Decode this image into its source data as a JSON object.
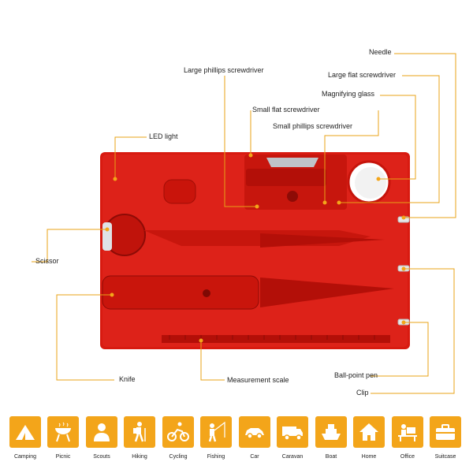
{
  "labels": {
    "needle": "Needle",
    "large_flat_screwdriver": "Large flat screwdriver",
    "magnifying_glass": "Magnifying glass",
    "large_phillips_screwdriver": "Large phillips screwdriver",
    "small_flat_screwdriver": "Small flat screwdriver",
    "small_phillips_screwdriver": "Small phillips screwdriver",
    "led_light": "LED light",
    "scissor": "Scissor",
    "knife": "Knife",
    "measurement_scale": "Measurement scale",
    "ball_point_pen": "Ball-point pen",
    "clip": "Clip"
  },
  "colors": {
    "card": "#d81a10",
    "card_dark": "#b30f08",
    "leader": "#e8a317",
    "tile": "#f3a51a"
  },
  "activities": [
    {
      "label": "Camping",
      "icon": "tent-icon"
    },
    {
      "label": "Picnic",
      "icon": "grill-icon"
    },
    {
      "label": "Scouts",
      "icon": "scout-person-icon"
    },
    {
      "label": "Hiking",
      "icon": "hiker-icon"
    },
    {
      "label": "Cycling",
      "icon": "cyclist-icon"
    },
    {
      "label": "Fishing",
      "icon": "fisher-icon"
    },
    {
      "label": "Car",
      "icon": "car-icon"
    },
    {
      "label": "Caravan",
      "icon": "truck-icon"
    },
    {
      "label": "Boat",
      "icon": "boat-icon"
    },
    {
      "label": "Home",
      "icon": "house-icon"
    },
    {
      "label": "Office",
      "icon": "desk-icon"
    },
    {
      "label": "Suitcase",
      "icon": "suitcase-icon"
    }
  ]
}
